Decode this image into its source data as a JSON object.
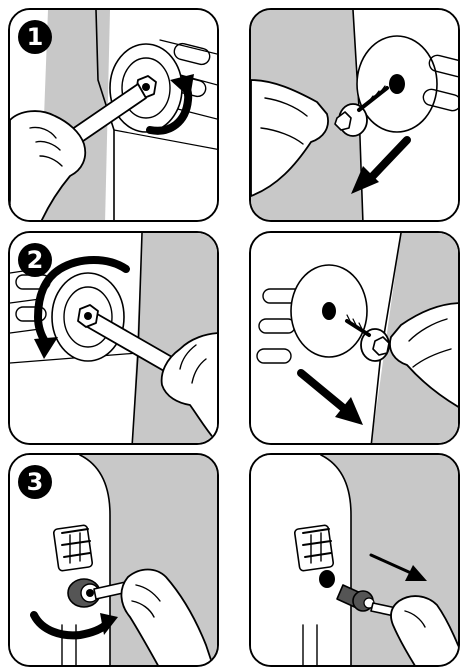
{
  "steps": [
    {
      "number": "1"
    },
    {
      "number": "2"
    },
    {
      "number": "3"
    }
  ],
  "colors": {
    "ink": "#000000",
    "shade": "#c8c8c8",
    "paper": "#ffffff"
  },
  "icons": [
    "wrench-icon",
    "hand-icon",
    "transit-bolt-icon",
    "rotate-arrow-icon",
    "pull-arrow-icon",
    "spacer-icon",
    "hole-cover-icon"
  ]
}
